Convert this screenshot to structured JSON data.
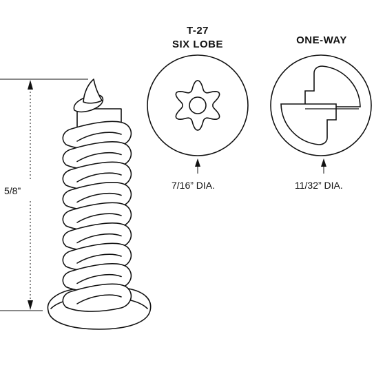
{
  "length_label": "5/8”",
  "heads": [
    {
      "title_line1": "T-27",
      "title_line2": "SIX LOBE",
      "diameter_label": "7/16” DIA."
    },
    {
      "title_line1": "",
      "title_line2": "ONE-WAY",
      "diameter_label": "11/32” DIA."
    }
  ],
  "colors": {
    "line": "#111111",
    "background": "#ffffff"
  }
}
